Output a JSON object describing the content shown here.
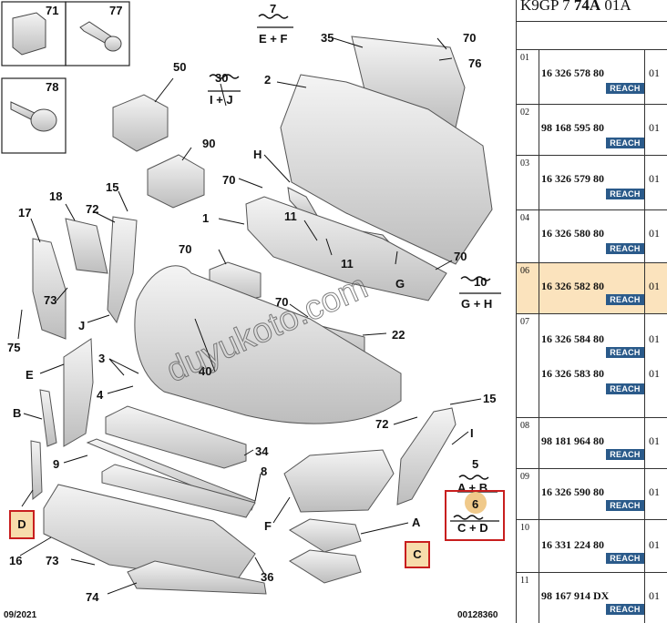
{
  "diagram": {
    "watermark": "duyukoto.com",
    "footer_date": "09/2021",
    "footer_code": "00128360",
    "labels": {
      "l71": "71",
      "l77": "77",
      "l78": "78",
      "l50": "50",
      "l30": "30",
      "l30sub": "I + J",
      "l7": "7",
      "l7sub": "E + F",
      "l35": "35",
      "l70a": "70",
      "l76": "76",
      "l2": "2",
      "l90": "90",
      "lH": "H",
      "l70b": "70",
      "l15a": "15",
      "l18": "18",
      "l17": "17",
      "l72a": "72",
      "l1": "1",
      "l11a": "11",
      "l11b": "11",
      "l70c": "70",
      "l10": "10",
      "l10sub": "G + H",
      "lG": "G",
      "l70d": "70",
      "l70e": "70",
      "l73a": "73",
      "lJ": "J",
      "l75": "75",
      "l3": "3",
      "l40": "40",
      "l22": "22",
      "lE": "E",
      "l4": "4",
      "l15b": "15",
      "l72b": "72",
      "lI": "I",
      "lB": "B",
      "l34": "34",
      "l9": "9",
      "l8": "8",
      "l5": "5",
      "l5sub": "A + B",
      "l6": "6",
      "l6sub": "C + D",
      "lD": "D",
      "lF": "F",
      "lA": "A",
      "lC": "C",
      "l16": "16",
      "l73b": "73",
      "l36": "36",
      "l74": "74"
    }
  },
  "panel": {
    "title_pre": "K9GP 7 ",
    "title_bold": "74A",
    "title_post": " 01A",
    "badge": "REACH",
    "rows": [
      {
        "idx": "01",
        "ref": "16 326 578 80",
        "qty": "01"
      },
      {
        "idx": "02",
        "ref": "98 168 595 80",
        "qty": "01"
      },
      {
        "idx": "03",
        "ref": "16 326 579 80",
        "qty": "01"
      },
      {
        "idx": "04",
        "ref": "16 326 580 80",
        "qty": "01"
      },
      {
        "idx": "06",
        "ref": "16 326 582 80",
        "qty": "01"
      },
      {
        "idx": "07",
        "ref": "16 326 584 80",
        "qty": "01",
        "ref2": "16 326 583 80",
        "qty2": "01"
      },
      {
        "idx": "08",
        "ref": "98 181 964 80",
        "qty": "01"
      },
      {
        "idx": "09",
        "ref": "16 326 590 80",
        "qty": "01"
      },
      {
        "idx": "10",
        "ref": "16 331 224 80",
        "qty": "01"
      },
      {
        "idx": "11",
        "ref": "98 167 914 DX",
        "qty": "01"
      }
    ]
  },
  "colors": {
    "highlight": "#fbe3bd",
    "accent_box": "#c81e1e",
    "badge": "#2a5a8a"
  }
}
